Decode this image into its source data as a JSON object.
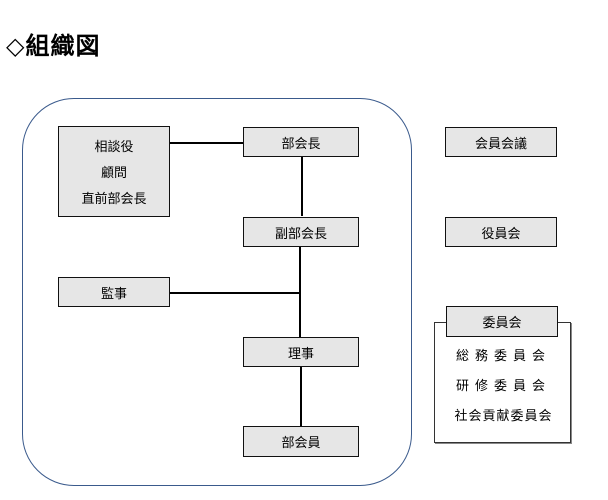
{
  "page": {
    "title": "◇組織図"
  },
  "diagram": {
    "advisors": [
      "相談役",
      "顧問",
      "直前部会長"
    ],
    "chair": "部会長",
    "vice_chair": "副部会長",
    "auditor": "監事",
    "directors": "理事",
    "members": "部会員",
    "council": "会員会議",
    "board": "役員会",
    "committee": {
      "title": "委員会",
      "items": [
        "総務委員会",
        "研修委員会",
        "社会貢献委員会"
      ]
    }
  }
}
